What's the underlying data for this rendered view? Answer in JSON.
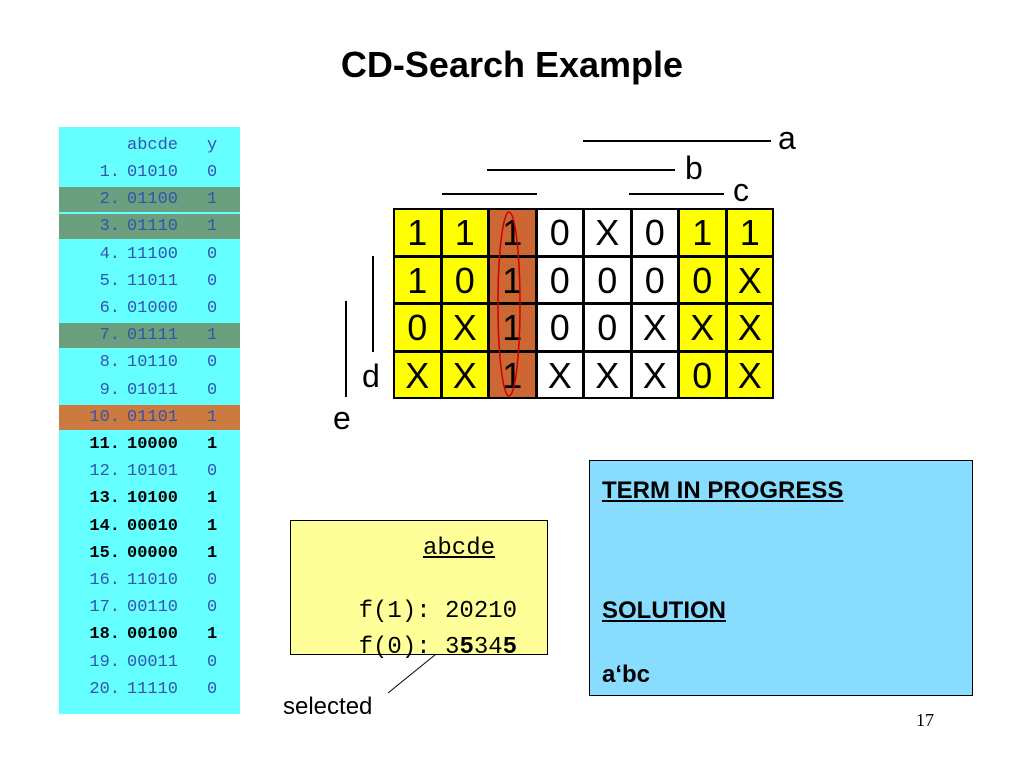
{
  "title": "CD-Search Example",
  "truth_table": {
    "header": {
      "num": "",
      "bits": "abcde",
      "y": "y"
    },
    "rows": [
      {
        "num": "1.",
        "bits": "01010",
        "y": "0",
        "style": ""
      },
      {
        "num": "2.",
        "bits": "01100",
        "y": "1",
        "style": "hl-green"
      },
      {
        "num": "3.",
        "bits": "01110",
        "y": "1",
        "style": "hl-green"
      },
      {
        "num": "4.",
        "bits": "11100",
        "y": "0",
        "style": ""
      },
      {
        "num": "5.",
        "bits": "11011",
        "y": "0",
        "style": ""
      },
      {
        "num": "6.",
        "bits": "01000",
        "y": "0",
        "style": ""
      },
      {
        "num": "7.",
        "bits": "01111",
        "y": "1",
        "style": "hl-green"
      },
      {
        "num": "8.",
        "bits": "10110",
        "y": "0",
        "style": ""
      },
      {
        "num": "9.",
        "bits": "01011",
        "y": "0",
        "style": ""
      },
      {
        "num": "10.",
        "bits": "01101",
        "y": "1",
        "style": "hl-orange"
      },
      {
        "num": "11.",
        "bits": "10000",
        "y": "1",
        "style": "bold"
      },
      {
        "num": "12.",
        "bits": "10101",
        "y": "0",
        "style": ""
      },
      {
        "num": "13.",
        "bits": "10100",
        "y": "1",
        "style": "bold"
      },
      {
        "num": "14.",
        "bits": "00010",
        "y": "1",
        "style": "bold"
      },
      {
        "num": "15.",
        "bits": "00000",
        "y": "1",
        "style": "bold"
      },
      {
        "num": "16.",
        "bits": "11010",
        "y": "0",
        "style": ""
      },
      {
        "num": "17.",
        "bits": "00110",
        "y": "0",
        "style": ""
      },
      {
        "num": "18.",
        "bits": "00100",
        "y": "1",
        "style": "bold"
      },
      {
        "num": "19.",
        "bits": "00011",
        "y": "0",
        "style": ""
      },
      {
        "num": "20.",
        "bits": "11110",
        "y": "0",
        "style": ""
      }
    ]
  },
  "kmap": {
    "variables": {
      "a": "a",
      "b": "b",
      "c": "c",
      "d": "d",
      "e": "e"
    },
    "cells": [
      [
        "1",
        "1",
        "1",
        "0",
        "X",
        "0",
        "1",
        "1"
      ],
      [
        "1",
        "0",
        "1",
        "0",
        "0",
        "0",
        "0",
        "X"
      ],
      [
        "0",
        "X",
        "1",
        "0",
        "0",
        "X",
        "X",
        "X"
      ],
      [
        "X",
        "X",
        "1",
        "X",
        "X",
        "X",
        "0",
        "X"
      ]
    ],
    "column_colors": [
      "yellow",
      "yellow",
      "orange",
      "white",
      "white",
      "white",
      "yellow",
      "yellow"
    ],
    "colors": {
      "yellow": "#ffff00",
      "orange": "#cc6633",
      "white": "#ffffff",
      "circle": "#cc0000"
    }
  },
  "f_box": {
    "header": "abcde",
    "f1_label": "f(1):",
    "f1_value": "20210",
    "f0_label": "f(0):",
    "f0_digits": [
      "3",
      "5",
      "3",
      "4",
      "5"
    ],
    "f0_bold": [
      false,
      true,
      false,
      false,
      true
    ]
  },
  "selected_label": "selected",
  "term_box": {
    "heading1": "TERM IN PROGRESS",
    "heading2": "SOLUTION",
    "solution": "a‘bc"
  },
  "page_number": "17"
}
